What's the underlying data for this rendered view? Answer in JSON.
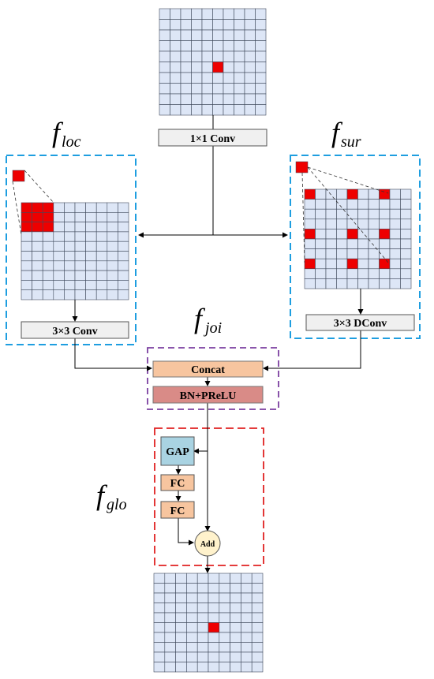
{
  "colors": {
    "grid_fill": "#dde6f6",
    "grid_line": "#404a5c",
    "highlight": "#ee0000",
    "blue_dash": "#1e9ee0",
    "purple_dash": "#7b3fa0",
    "red_dash": "#e02020",
    "conv_box": "#f0f0f0",
    "concat_box": "#f7c59f",
    "bnprelu_box": "#d98b87",
    "gap_box": "#a9d3e2",
    "fc_box": "#f7c59f",
    "add_circle": "#fff2cc"
  },
  "blocks": {
    "conv1x1": "1×1 Conv",
    "conv3x3": "3×3 Conv",
    "dconv3x3": "3×3 DConv",
    "concat": "Concat",
    "bnprelu": "BN+PReLU",
    "gap": "GAP",
    "fc1": "FC",
    "fc2": "FC",
    "add": "Add"
  },
  "functions": {
    "loc": {
      "f": "f",
      "sub": "loc"
    },
    "sur": {
      "f": "f",
      "sub": "sur"
    },
    "joi": {
      "f": "f",
      "sub": "joi"
    },
    "glo": {
      "f": "f",
      "sub": "glo"
    }
  }
}
